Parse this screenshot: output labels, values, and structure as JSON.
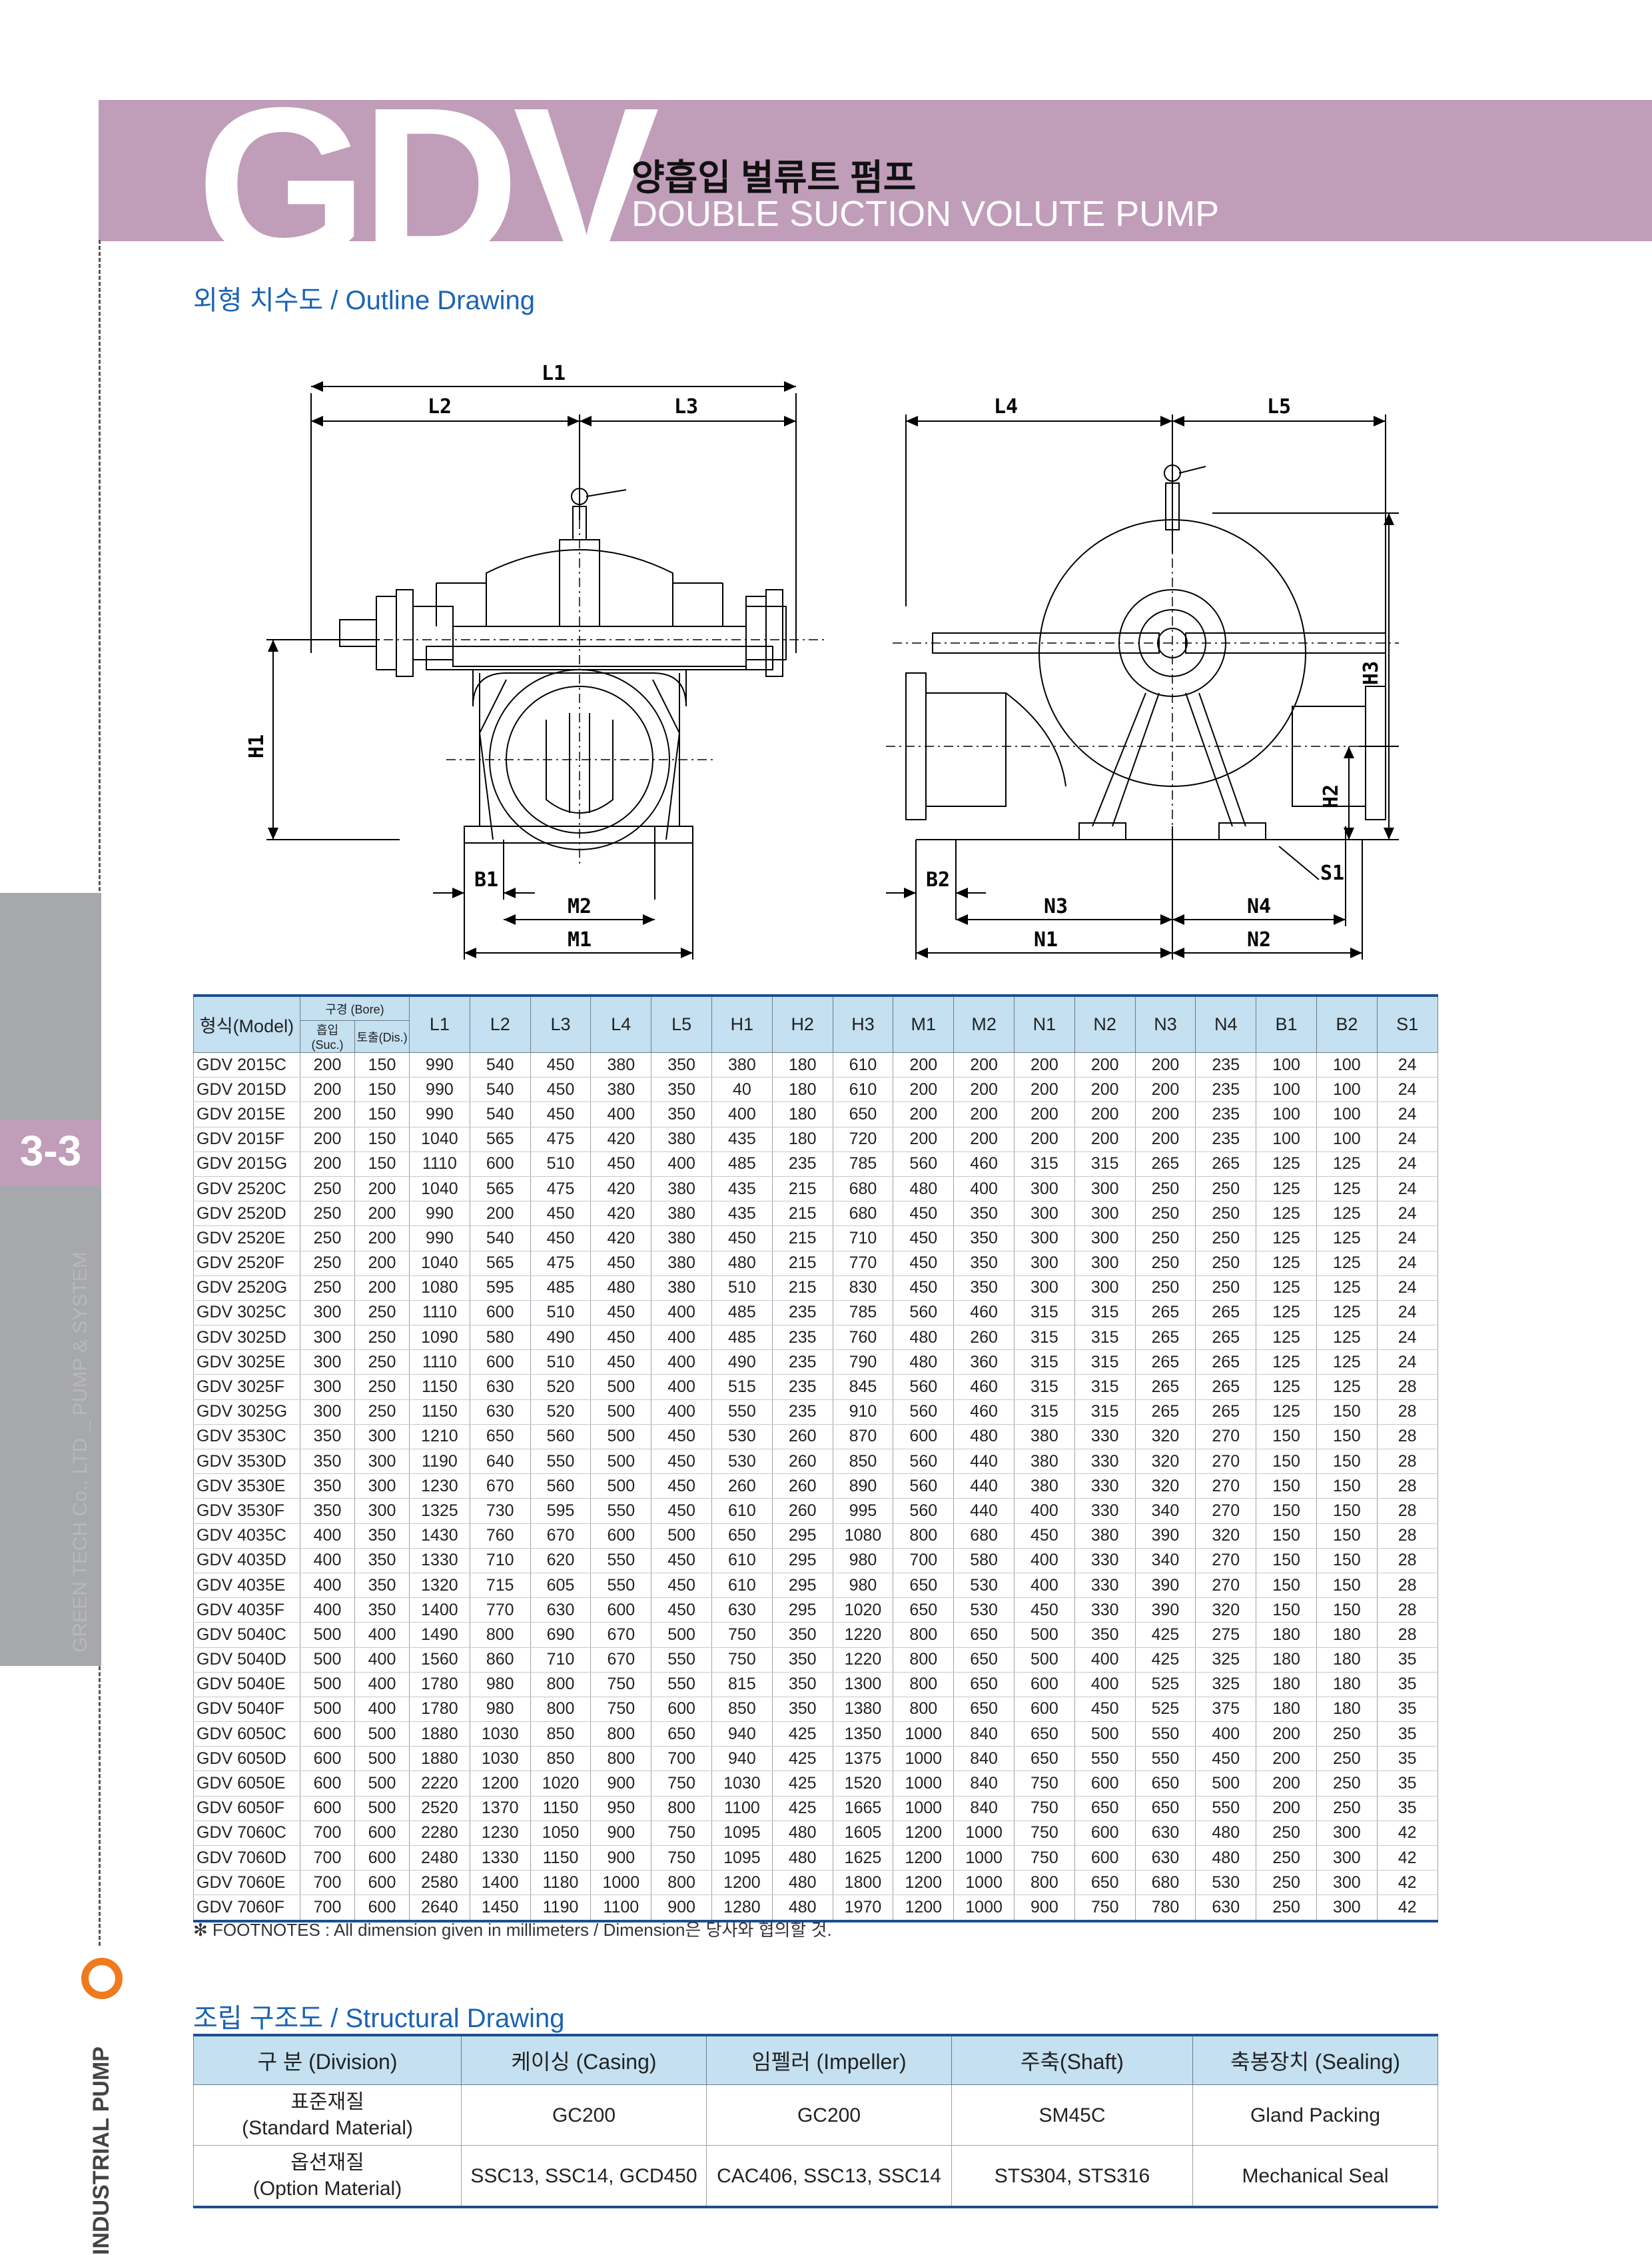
{
  "header": {
    "logo": "GDV",
    "title_ko": "양흡입 벌류트 펌프",
    "title_en": "DOUBLE SUCTION VOLUTE PUMP"
  },
  "sidebar": {
    "page_number": "3-3",
    "company": "GREEN TECH Co., LTD _ PUMP & SYSTEM",
    "category": "INDUSTRIAL PUMP"
  },
  "outline_title": "외형 치수도 / Outline Drawing",
  "drawing_labels": {
    "L1": "L1",
    "L2": "L2",
    "L3": "L3",
    "L4": "L4",
    "L5": "L5",
    "H1": "H1",
    "H2": "H2",
    "H3": "H3",
    "B1": "B1",
    "B2": "B2",
    "M1": "M1",
    "M2": "M2",
    "N1": "N1",
    "N2": "N2",
    "N3": "N3",
    "N4": "N4",
    "S1": "S1"
  },
  "dimension_table": {
    "model_header": "형식(Model)",
    "bore_header": "구경 (Bore)",
    "suc_header": "흡입(Suc.)",
    "dis_header": "토출(Dis.)",
    "dim_headers": [
      "L1",
      "L2",
      "L3",
      "L4",
      "L5",
      "H1",
      "H2",
      "H3",
      "M1",
      "M2",
      "N1",
      "N2",
      "N3",
      "N4",
      "B1",
      "B2",
      "S1"
    ],
    "rows": [
      [
        "GDV 2015C",
        "200",
        "150",
        "990",
        "540",
        "450",
        "380",
        "350",
        "380",
        "180",
        "610",
        "200",
        "200",
        "200",
        "200",
        "200",
        "235",
        "100",
        "100",
        "24"
      ],
      [
        "GDV 2015D",
        "200",
        "150",
        "990",
        "540",
        "450",
        "380",
        "350",
        "40",
        "180",
        "610",
        "200",
        "200",
        "200",
        "200",
        "200",
        "235",
        "100",
        "100",
        "24"
      ],
      [
        "GDV 2015E",
        "200",
        "150",
        "990",
        "540",
        "450",
        "400",
        "350",
        "400",
        "180",
        "650",
        "200",
        "200",
        "200",
        "200",
        "200",
        "235",
        "100",
        "100",
        "24"
      ],
      [
        "GDV 2015F",
        "200",
        "150",
        "1040",
        "565",
        "475",
        "420",
        "380",
        "435",
        "180",
        "720",
        "200",
        "200",
        "200",
        "200",
        "200",
        "235",
        "100",
        "100",
        "24"
      ],
      [
        "GDV 2015G",
        "200",
        "150",
        "1110",
        "600",
        "510",
        "450",
        "400",
        "485",
        "235",
        "785",
        "560",
        "460",
        "315",
        "315",
        "265",
        "265",
        "125",
        "125",
        "24"
      ],
      [
        "GDV 2520C",
        "250",
        "200",
        "1040",
        "565",
        "475",
        "420",
        "380",
        "435",
        "215",
        "680",
        "480",
        "400",
        "300",
        "300",
        "250",
        "250",
        "125",
        "125",
        "24"
      ],
      [
        "GDV 2520D",
        "250",
        "200",
        "990",
        "200",
        "450",
        "420",
        "380",
        "435",
        "215",
        "680",
        "450",
        "350",
        "300",
        "300",
        "250",
        "250",
        "125",
        "125",
        "24"
      ],
      [
        "GDV 2520E",
        "250",
        "200",
        "990",
        "540",
        "450",
        "420",
        "380",
        "450",
        "215",
        "710",
        "450",
        "350",
        "300",
        "300",
        "250",
        "250",
        "125",
        "125",
        "24"
      ],
      [
        "GDV 2520F",
        "250",
        "200",
        "1040",
        "565",
        "475",
        "450",
        "380",
        "480",
        "215",
        "770",
        "450",
        "350",
        "300",
        "300",
        "250",
        "250",
        "125",
        "125",
        "24"
      ],
      [
        "GDV 2520G",
        "250",
        "200",
        "1080",
        "595",
        "485",
        "480",
        "380",
        "510",
        "215",
        "830",
        "450",
        "350",
        "300",
        "300",
        "250",
        "250",
        "125",
        "125",
        "24"
      ],
      [
        "GDV 3025C",
        "300",
        "250",
        "1110",
        "600",
        "510",
        "450",
        "400",
        "485",
        "235",
        "785",
        "560",
        "460",
        "315",
        "315",
        "265",
        "265",
        "125",
        "125",
        "24"
      ],
      [
        "GDV 3025D",
        "300",
        "250",
        "1090",
        "580",
        "490",
        "450",
        "400",
        "485",
        "235",
        "760",
        "480",
        "260",
        "315",
        "315",
        "265",
        "265",
        "125",
        "125",
        "24"
      ],
      [
        "GDV 3025E",
        "300",
        "250",
        "1110",
        "600",
        "510",
        "450",
        "400",
        "490",
        "235",
        "790",
        "480",
        "360",
        "315",
        "315",
        "265",
        "265",
        "125",
        "125",
        "24"
      ],
      [
        "GDV 3025F",
        "300",
        "250",
        "1150",
        "630",
        "520",
        "500",
        "400",
        "515",
        "235",
        "845",
        "560",
        "460",
        "315",
        "315",
        "265",
        "265",
        "125",
        "125",
        "28"
      ],
      [
        "GDV 3025G",
        "300",
        "250",
        "1150",
        "630",
        "520",
        "500",
        "400",
        "550",
        "235",
        "910",
        "560",
        "460",
        "315",
        "315",
        "265",
        "265",
        "125",
        "150",
        "28"
      ],
      [
        "GDV 3530C",
        "350",
        "300",
        "1210",
        "650",
        "560",
        "500",
        "450",
        "530",
        "260",
        "870",
        "600",
        "480",
        "380",
        "330",
        "320",
        "270",
        "150",
        "150",
        "28"
      ],
      [
        "GDV 3530D",
        "350",
        "300",
        "1190",
        "640",
        "550",
        "500",
        "450",
        "530",
        "260",
        "850",
        "560",
        "440",
        "380",
        "330",
        "320",
        "270",
        "150",
        "150",
        "28"
      ],
      [
        "GDV 3530E",
        "350",
        "300",
        "1230",
        "670",
        "560",
        "500",
        "450",
        "260",
        "260",
        "890",
        "560",
        "440",
        "380",
        "330",
        "320",
        "270",
        "150",
        "150",
        "28"
      ],
      [
        "GDV 3530F",
        "350",
        "300",
        "1325",
        "730",
        "595",
        "550",
        "450",
        "610",
        "260",
        "995",
        "560",
        "440",
        "400",
        "330",
        "340",
        "270",
        "150",
        "150",
        "28"
      ],
      [
        "GDV 4035C",
        "400",
        "350",
        "1430",
        "760",
        "670",
        "600",
        "500",
        "650",
        "295",
        "1080",
        "800",
        "680",
        "450",
        "380",
        "390",
        "320",
        "150",
        "150",
        "28"
      ],
      [
        "GDV 4035D",
        "400",
        "350",
        "1330",
        "710",
        "620",
        "550",
        "450",
        "610",
        "295",
        "980",
        "700",
        "580",
        "400",
        "330",
        "340",
        "270",
        "150",
        "150",
        "28"
      ],
      [
        "GDV 4035E",
        "400",
        "350",
        "1320",
        "715",
        "605",
        "550",
        "450",
        "610",
        "295",
        "980",
        "650",
        "530",
        "400",
        "330",
        "390",
        "270",
        "150",
        "150",
        "28"
      ],
      [
        "GDV 4035F",
        "400",
        "350",
        "1400",
        "770",
        "630",
        "600",
        "450",
        "630",
        "295",
        "1020",
        "650",
        "530",
        "450",
        "330",
        "390",
        "320",
        "150",
        "150",
        "28"
      ],
      [
        "GDV 5040C",
        "500",
        "400",
        "1490",
        "800",
        "690",
        "670",
        "500",
        "750",
        "350",
        "1220",
        "800",
        "650",
        "500",
        "350",
        "425",
        "275",
        "180",
        "180",
        "28"
      ],
      [
        "GDV 5040D",
        "500",
        "400",
        "1560",
        "860",
        "710",
        "670",
        "550",
        "750",
        "350",
        "1220",
        "800",
        "650",
        "500",
        "400",
        "425",
        "325",
        "180",
        "180",
        "35"
      ],
      [
        "GDV 5040E",
        "500",
        "400",
        "1780",
        "980",
        "800",
        "750",
        "550",
        "815",
        "350",
        "1300",
        "800",
        "650",
        "600",
        "400",
        "525",
        "325",
        "180",
        "180",
        "35"
      ],
      [
        "GDV 5040F",
        "500",
        "400",
        "1780",
        "980",
        "800",
        "750",
        "600",
        "850",
        "350",
        "1380",
        "800",
        "650",
        "600",
        "450",
        "525",
        "375",
        "180",
        "180",
        "35"
      ],
      [
        "GDV 6050C",
        "600",
        "500",
        "1880",
        "1030",
        "850",
        "800",
        "650",
        "940",
        "425",
        "1350",
        "1000",
        "840",
        "650",
        "500",
        "550",
        "400",
        "200",
        "250",
        "35"
      ],
      [
        "GDV 6050D",
        "600",
        "500",
        "1880",
        "1030",
        "850",
        "800",
        "700",
        "940",
        "425",
        "1375",
        "1000",
        "840",
        "650",
        "550",
        "550",
        "450",
        "200",
        "250",
        "35"
      ],
      [
        "GDV 6050E",
        "600",
        "500",
        "2220",
        "1200",
        "1020",
        "900",
        "750",
        "1030",
        "425",
        "1520",
        "1000",
        "840",
        "750",
        "600",
        "650",
        "500",
        "200",
        "250",
        "35"
      ],
      [
        "GDV 6050F",
        "600",
        "500",
        "2520",
        "1370",
        "1150",
        "950",
        "800",
        "1100",
        "425",
        "1665",
        "1000",
        "840",
        "750",
        "650",
        "650",
        "550",
        "200",
        "250",
        "35"
      ],
      [
        "GDV 7060C",
        "700",
        "600",
        "2280",
        "1230",
        "1050",
        "900",
        "750",
        "1095",
        "480",
        "1605",
        "1200",
        "1000",
        "750",
        "600",
        "630",
        "480",
        "250",
        "300",
        "42"
      ],
      [
        "GDV 7060D",
        "700",
        "600",
        "2480",
        "1330",
        "1150",
        "900",
        "750",
        "1095",
        "480",
        "1625",
        "1200",
        "1000",
        "750",
        "600",
        "630",
        "480",
        "250",
        "300",
        "42"
      ],
      [
        "GDV 7060E",
        "700",
        "600",
        "2580",
        "1400",
        "1180",
        "1000",
        "800",
        "1200",
        "480",
        "1800",
        "1200",
        "1000",
        "800",
        "650",
        "680",
        "530",
        "250",
        "300",
        "42"
      ],
      [
        "GDV 7060F",
        "700",
        "600",
        "2640",
        "1450",
        "1190",
        "1100",
        "900",
        "1280",
        "480",
        "1970",
        "1200",
        "1000",
        "900",
        "750",
        "780",
        "630",
        "250",
        "300",
        "42"
      ]
    ]
  },
  "footnote": "✻ FOOTNOTES : All dimension given in millimeters / Dimension은 당사와 협의할 것.",
  "structural_title": "조립 구조도 / Structural Drawing",
  "material_table": {
    "headers": [
      "구 분 (Division)",
      "케이싱 (Casing)",
      "임펠러 (Impeller)",
      "주축(Shaft)",
      "축봉장치 (Sealing)"
    ],
    "rows": [
      {
        "division_ko": "표준재질",
        "division_en": "(Standard Material)",
        "cells": [
          "GC200",
          "GC200",
          "SM45C",
          "Gland Packing"
        ]
      },
      {
        "division_ko": "옵션재질",
        "division_en": "(Option Material)",
        "cells": [
          "SSC13, SSC14, GCD450",
          "CAC406, SSC13, SSC14",
          "STS304, STS316",
          "Mechanical Seal"
        ]
      }
    ]
  }
}
